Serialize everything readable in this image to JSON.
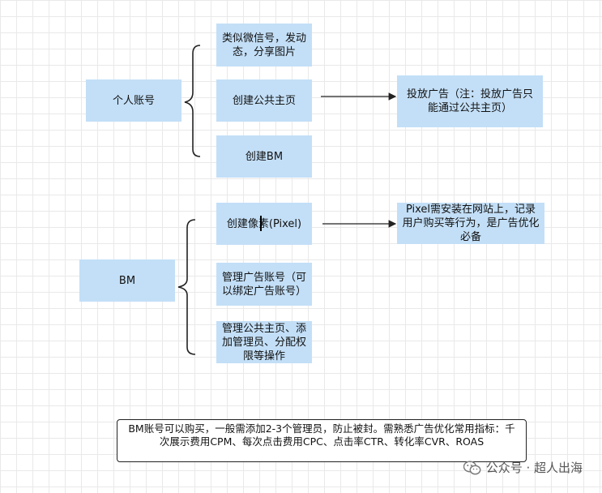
{
  "nodes": {
    "personal_account": "个人账号",
    "share_posts": "类似微信号，发动态，分享图片",
    "create_page": "创建公共主页",
    "create_bm": "创建BM",
    "ads": "投放广告（注：投放广告只能通过公共主页）",
    "bm": "BM",
    "create_pixel": "创建像素(Pixel)",
    "manage_ad_account": "管理广告账号（可以绑定广告账号）",
    "manage_page": "管理公共主页、添加管理员、分配权限等操作",
    "pixel_note": "Pixel需安装在网站上，记录用户购买等行为，是广告优化必备"
  },
  "note": {
    "text": "BM账号可以购买，一般需添加2-3个管理员，防止被封。需熟悉广告优化常用指标：千次展示费用CPM、每次点击费用CPC、点击率CTR、转化率CVR、ROAS"
  },
  "watermark": {
    "text": "公众号 · 超人出海"
  },
  "colors": {
    "box_fill": "#c3dff7",
    "line": "#222222"
  }
}
